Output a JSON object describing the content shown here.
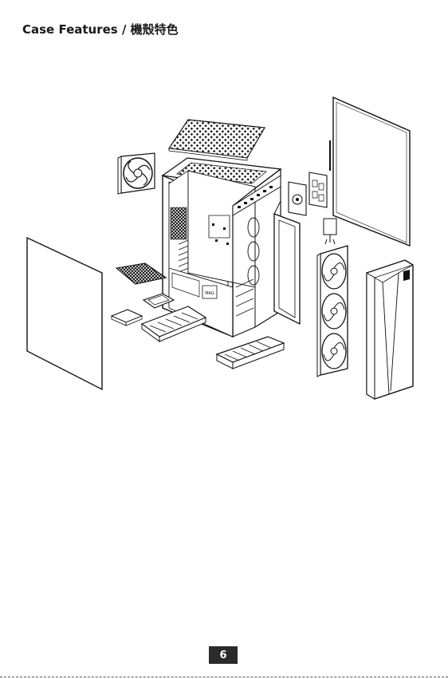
{
  "page": {
    "title": "Case Features / 機殼特色",
    "page_number": "6"
  },
  "diagram": {
    "label_text": "MAG"
  },
  "colors": {
    "ink": "#1a1a1a",
    "badge_bg": "#2b2b2b",
    "badge_text": "#ffffff"
  }
}
